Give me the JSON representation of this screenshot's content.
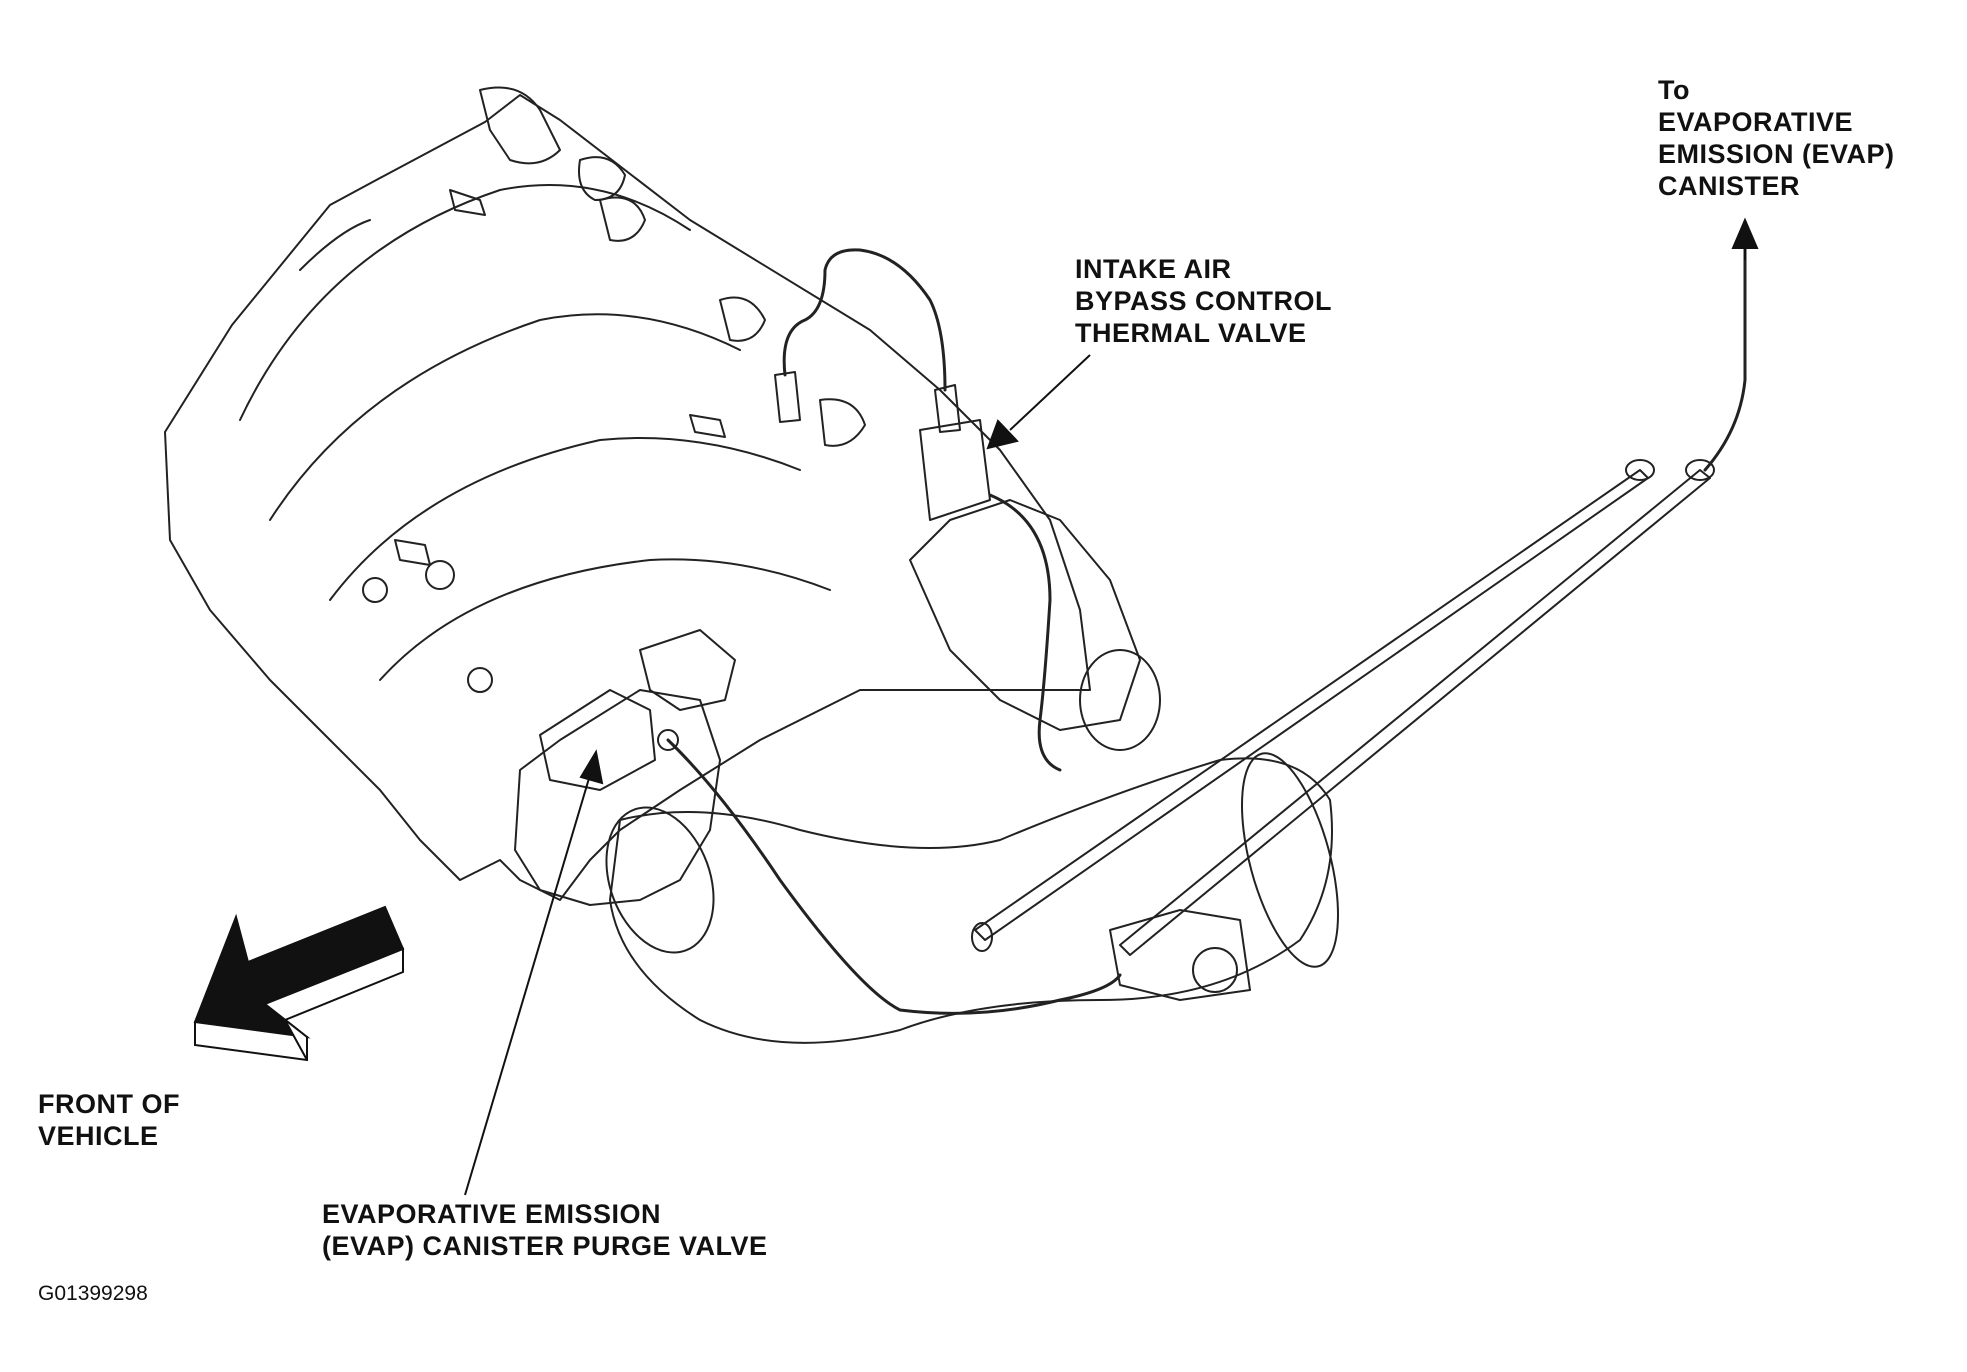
{
  "labels": {
    "canister": {
      "lines": [
        "To",
        "EVAPORATIVE",
        "EMISSION (EVAP)",
        "CANISTER"
      ]
    },
    "thermal_valve": {
      "lines": [
        "INTAKE AIR",
        "BYPASS CONTROL",
        "THERMAL VALVE"
      ]
    },
    "front": {
      "lines": [
        "FRONT OF",
        "VEHICLE"
      ]
    },
    "purge_valve": {
      "lines": [
        "EVAPORATIVE EMISSION",
        "(EVAP) CANISTER PURGE VALVE"
      ]
    }
  },
  "figure_id": "G01399298",
  "colors": {
    "line": "#111111",
    "background": "#ffffff"
  }
}
